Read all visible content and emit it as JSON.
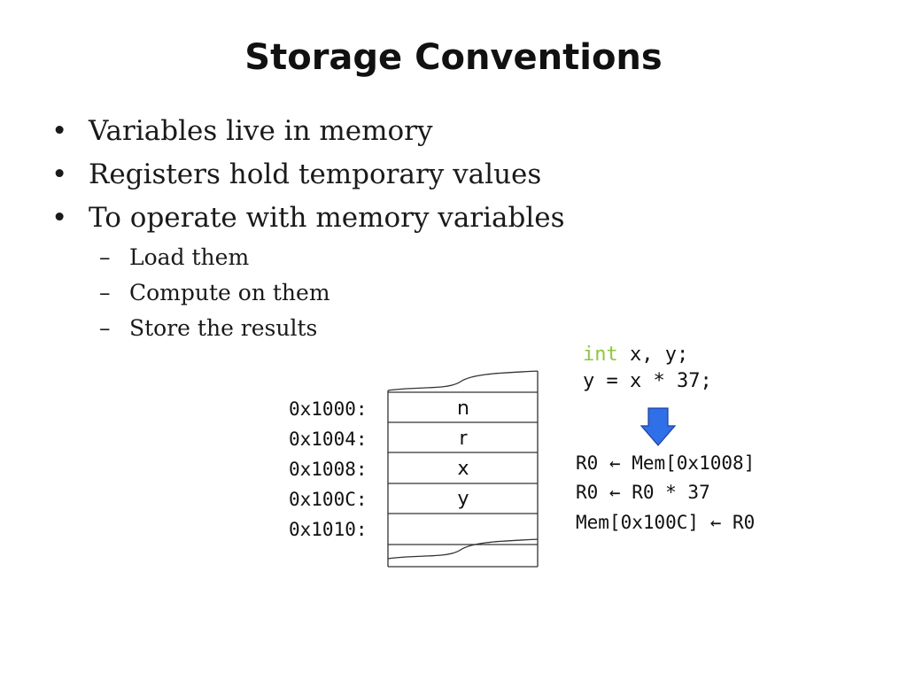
{
  "slide": {
    "title": "Storage Conventions",
    "bullets": [
      {
        "mark": "•",
        "text": "Variables live in memory"
      },
      {
        "mark": "•",
        "text": "Registers hold temporary values"
      },
      {
        "mark": "•",
        "text": "To operate with memory variables"
      }
    ],
    "sub_bullets": [
      {
        "mark": "–",
        "text": "Load them"
      },
      {
        "mark": "–",
        "text": "Compute on them"
      },
      {
        "mark": "–",
        "text": "Store the results"
      }
    ]
  },
  "memory": {
    "rows": [
      {
        "address": "0x1000:",
        "content": "n"
      },
      {
        "address": "0x1004:",
        "content": "r"
      },
      {
        "address": "0x1008:",
        "content": "x"
      },
      {
        "address": "0x100C:",
        "content": "y"
      },
      {
        "address": "0x1010:",
        "content": ""
      }
    ]
  },
  "code": {
    "keyword": "int",
    "decl_rest": " x, y;",
    "line2": "y = x * 37;"
  },
  "assembly": [
    "R0 ← Mem[0x1008]",
    "R0 ← R0 * 37",
    "Mem[0x100C] ← R0"
  ],
  "colors": {
    "keyword": "#8ec63f",
    "arrow_fill": "#2f6fe8",
    "arrow_stroke": "#1a3fa8"
  }
}
